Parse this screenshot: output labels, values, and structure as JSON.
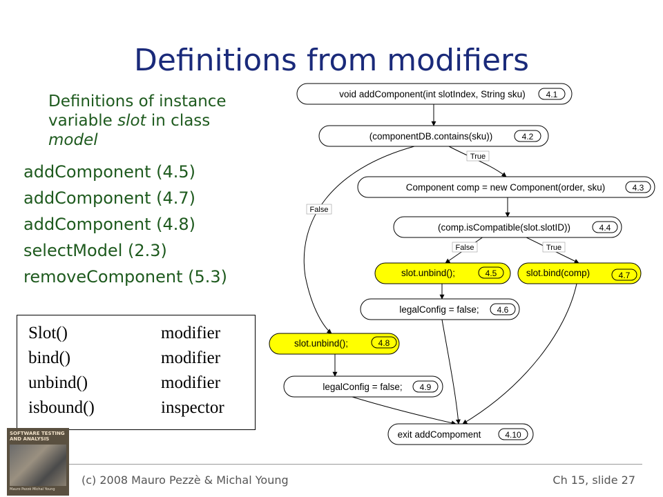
{
  "title": "Definitions from modifiers",
  "intro": {
    "line1": "Definitions of instance",
    "line2a": "variable ",
    "line2b": "slot",
    "line2c": " in class",
    "line3": "model"
  },
  "definitions": [
    "addComponent (4.5)",
    "addComponent (4.7)",
    "addComponent (4.8)",
    "selectModel (2.3)",
    "removeComponent (5.3)"
  ],
  "methods_table": [
    {
      "method": "Slot()",
      "kind": "modifier"
    },
    {
      "method": "bind()",
      "kind": "modifier"
    },
    {
      "method": "unbind()",
      "kind": "modifier"
    },
    {
      "method": "isbound()",
      "kind": "inspector"
    }
  ],
  "book": {
    "title": "SOFTWARE TESTING AND ANALYSIS",
    "authors": "Mauro Pezzè Michal Young"
  },
  "diagram": {
    "nodes": [
      {
        "id": "4.1",
        "text": "void addComponent(int slotIndex, String sku)",
        "highlight": false
      },
      {
        "id": "4.2",
        "text": "(componentDB.contains(sku))",
        "highlight": false
      },
      {
        "id": "4.3",
        "text": "Component comp = new Component(order, sku)",
        "highlight": false
      },
      {
        "id": "4.4",
        "text": "(comp.isCompatible(slot.slotID))",
        "highlight": false
      },
      {
        "id": "4.5",
        "text": "slot.unbind();",
        "highlight": true
      },
      {
        "id": "4.7",
        "text": "slot.bind(comp)",
        "highlight": true
      },
      {
        "id": "4.6",
        "text": "legalConfig = false;",
        "highlight": false
      },
      {
        "id": "4.8",
        "text": "slot.unbind();",
        "highlight": true
      },
      {
        "id": "4.9",
        "text": "legalConfig = false;",
        "highlight": false
      },
      {
        "id": "4.10",
        "text": "exit addCompoment",
        "highlight": false
      }
    ],
    "edge_labels": {
      "true1": "True",
      "false1": "False",
      "false2": "False",
      "true2": "True"
    },
    "colors": {
      "highlight": "#ffff00",
      "node": "#ffffff",
      "stroke": "#000000"
    }
  },
  "footer": {
    "left": "(c) 2008 Mauro Pezzè & Michal Young",
    "right": "Ch 15, slide 27"
  }
}
